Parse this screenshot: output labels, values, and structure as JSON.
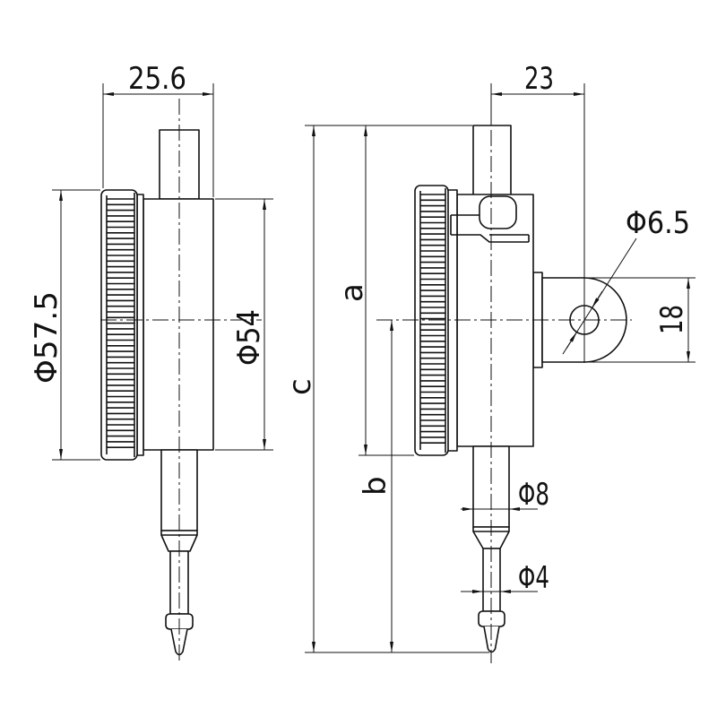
{
  "labels": {
    "overall_depth": "25.6",
    "lug_offset": "23",
    "bezel_diameter": "Φ57.5",
    "case_diameter": "Φ54",
    "lug_hole_diameter": "Φ6.5",
    "lug_width": "18",
    "stem_diameter": "Φ8",
    "spindle_diameter": "Φ4",
    "dim_a": "a",
    "dim_b": "b",
    "dim_c": "c"
  }
}
